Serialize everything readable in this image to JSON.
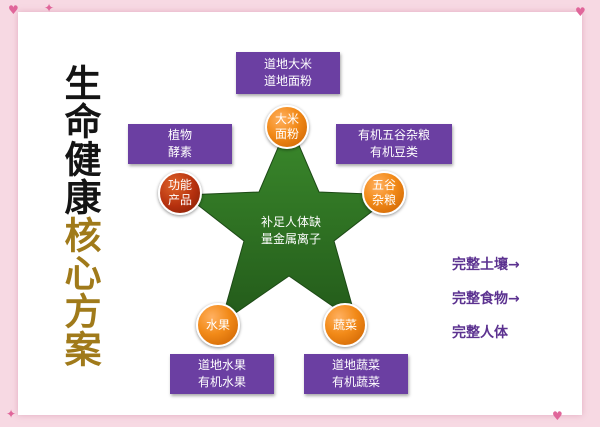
{
  "title": {
    "part1": "生命健康",
    "part2": "核心方案"
  },
  "center": {
    "line1": "补足人体缺",
    "line2": "量金属离子"
  },
  "nodes": {
    "top": {
      "line1": "大米",
      "line2": "面粉"
    },
    "right": {
      "line1": "五谷",
      "line2": "杂粮"
    },
    "left": {
      "line1": "功能",
      "line2": "产品"
    },
    "bottom_left": {
      "line1": "水果"
    },
    "bottom_right": {
      "line1": "蔬菜"
    }
  },
  "boxes": {
    "top": {
      "line1": "道地大米",
      "line2": "道地面粉"
    },
    "left": {
      "line1": "植物",
      "line2": "酵素"
    },
    "right": {
      "line1": "有机五谷杂粮",
      "line2": "有机豆类"
    },
    "bottom_left": {
      "line1": "道地水果",
      "line2": "有机水果"
    },
    "bottom_right": {
      "line1": "道地蔬菜",
      "line2": "有机蔬菜"
    }
  },
  "side_list": [
    {
      "label": "完整土壤",
      "arrow": "→"
    },
    {
      "label": "完整食物",
      "arrow": "→"
    },
    {
      "label": "完整人体",
      "arrow": ""
    }
  ],
  "colors": {
    "star_fill": "#2d6b22",
    "box_fill": "#6b3fa2",
    "circle_orange": "#f28a18",
    "circle_red": "#b5300e",
    "title_gold": "#a07a1a"
  },
  "icons": {
    "decorations": [
      "heart-icon",
      "sparkle-icon"
    ]
  }
}
